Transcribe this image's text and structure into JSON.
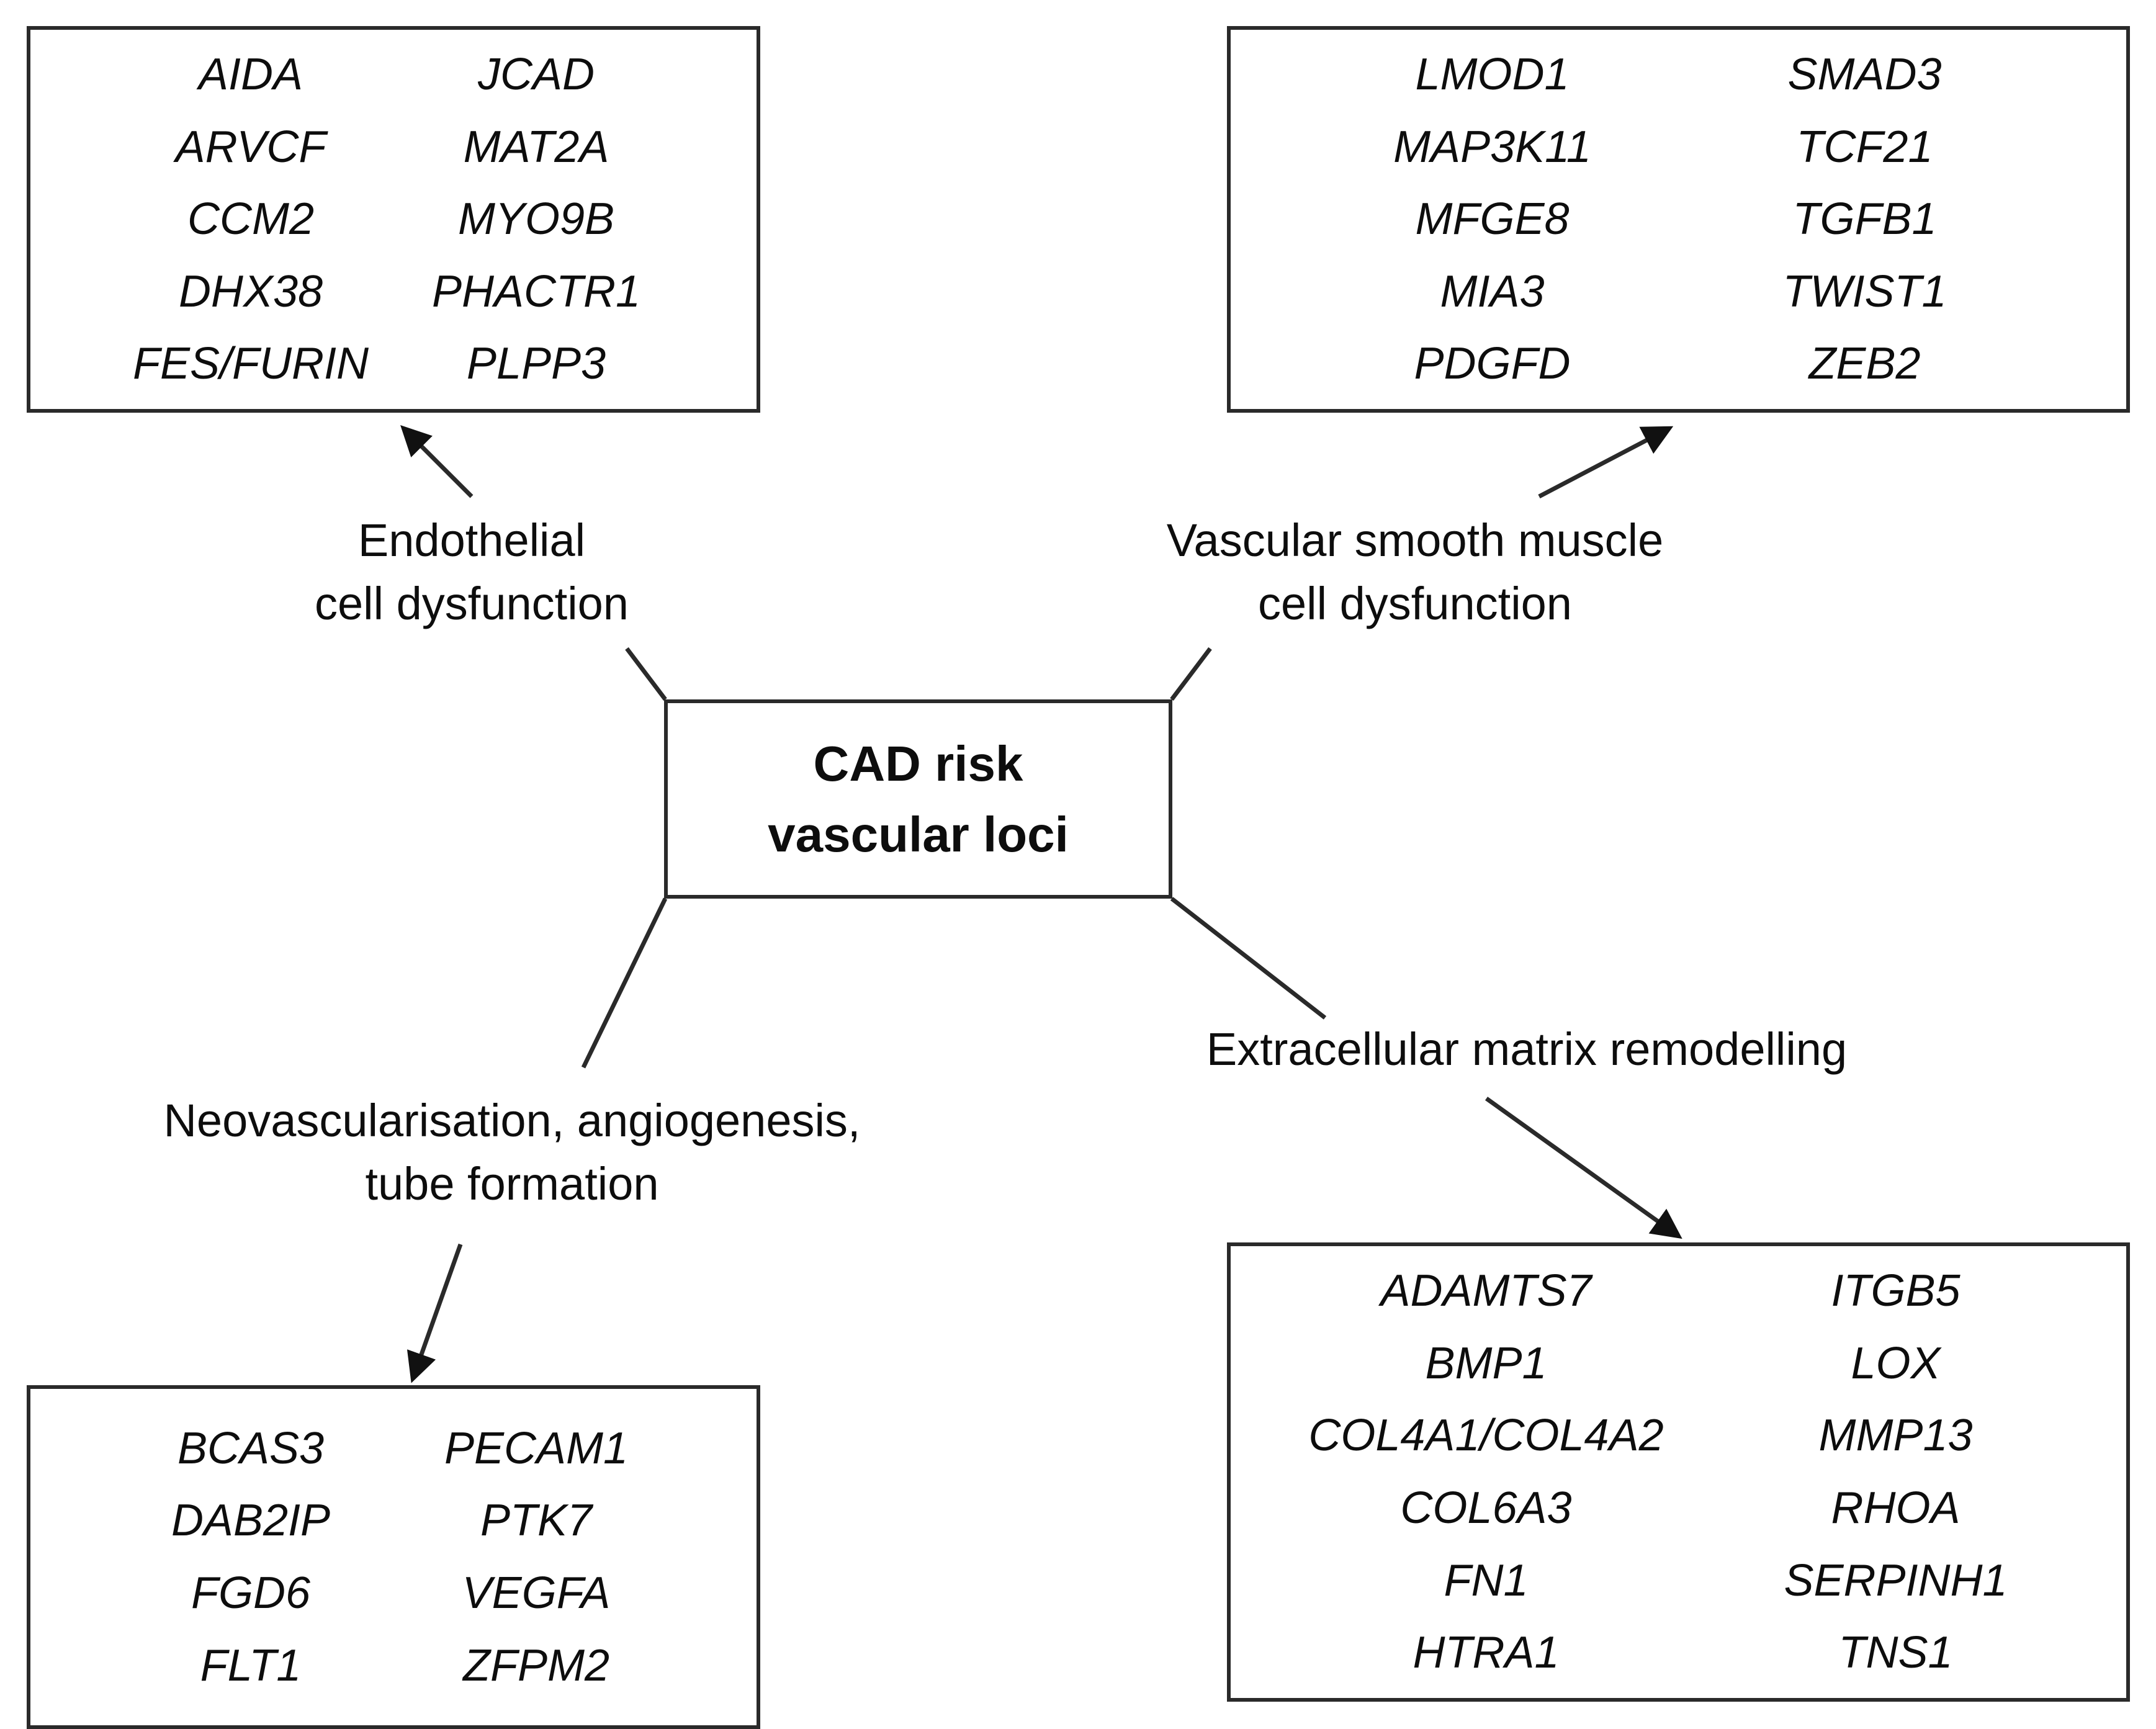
{
  "diagram": {
    "center": {
      "line1": "CAD risk",
      "line2": "vascular loci"
    },
    "pathways": {
      "endothelial": {
        "line1": "Endothelial",
        "line2": "cell dysfunction"
      },
      "vsmc": {
        "line1": "Vascular smooth muscle",
        "line2": "cell dysfunction"
      },
      "neovascularisation": {
        "line1": "Neovascularisation, angiogenesis,",
        "line2": "tube formation"
      },
      "ecm": {
        "line1": "Extracellular matrix remodelling",
        "line2": ""
      }
    },
    "gene_boxes": {
      "endothelial": {
        "col1": [
          "AIDA",
          "ARVCF",
          "CCM2",
          "DHX38",
          "FES/FURIN"
        ],
        "col2": [
          "JCAD",
          "MAT2A",
          "MYO9B",
          "PHACTR1",
          "PLPP3"
        ]
      },
      "vsmc": {
        "col1": [
          "LMOD1",
          "MAP3K11",
          "MFGE8",
          "MIA3",
          "PDGFD"
        ],
        "col2": [
          "SMAD3",
          "TCF21",
          "TGFB1",
          "TWIST1",
          "ZEB2"
        ]
      },
      "neovascularisation": {
        "col1": [
          "BCAS3",
          "DAB2IP",
          "FGD6",
          "FLT1"
        ],
        "col2": [
          "PECAM1",
          "PTK7",
          "VEGFA",
          "ZFPM2"
        ]
      },
      "ecm": {
        "col1": [
          "ADAMTS7",
          "BMP1",
          "COL4A1/COL4A2",
          "COL6A3",
          "FN1",
          "HTRA1"
        ],
        "col2": [
          "ITGB5",
          "LOX",
          "MMP13",
          "RHOA",
          "SERPINH1",
          "TNS1"
        ]
      }
    },
    "colors": {
      "stroke": "#2a2a2a",
      "text": "#0d0d0d",
      "background": "#ffffff"
    }
  }
}
